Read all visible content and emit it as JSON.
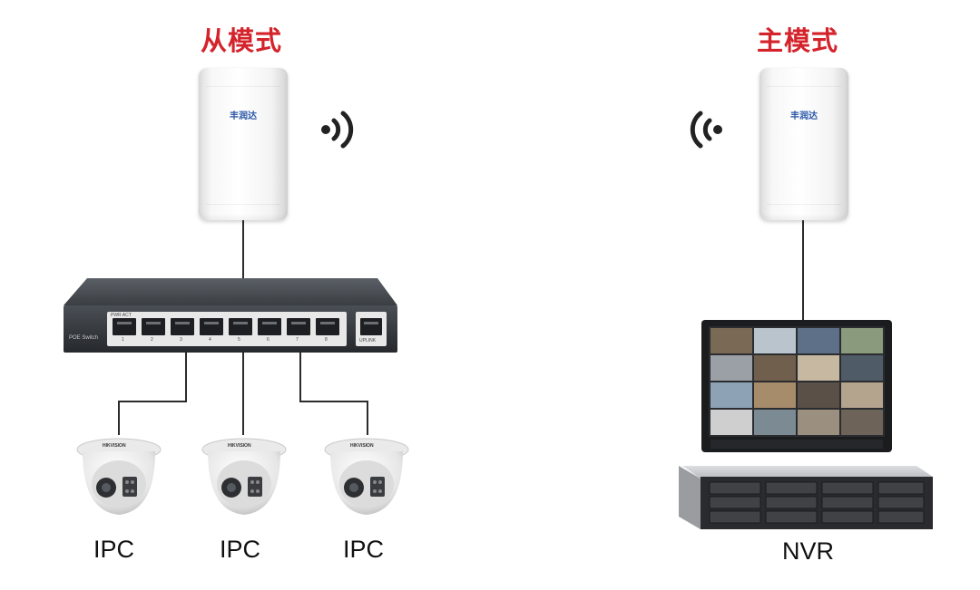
{
  "slave": {
    "title": "从模式",
    "brand": "丰润达",
    "title_color": "#d4232b"
  },
  "master": {
    "title": "主模式",
    "brand": "丰润达",
    "title_color": "#d4232b"
  },
  "switch": {
    "brand": "POE Switch",
    "ports_label": "PWR  ACT",
    "uplink_label": "UPLINK",
    "port_numbers": [
      "1",
      "2",
      "3",
      "4",
      "5",
      "6",
      "7",
      "8"
    ]
  },
  "cameras": [
    {
      "label": "IPC",
      "brand": "HIKVISION"
    },
    {
      "label": "IPC",
      "brand": "HIKVISION"
    },
    {
      "label": "IPC",
      "brand": "HIKVISION"
    }
  ],
  "nvr": {
    "label": "NVR"
  },
  "icons": {
    "wifi_out": "wifi-signal-right-icon",
    "wifi_in": "wifi-signal-left-icon"
  },
  "colors": {
    "cable": "#2b2b2b",
    "brand_blue": "#2a56a8"
  }
}
